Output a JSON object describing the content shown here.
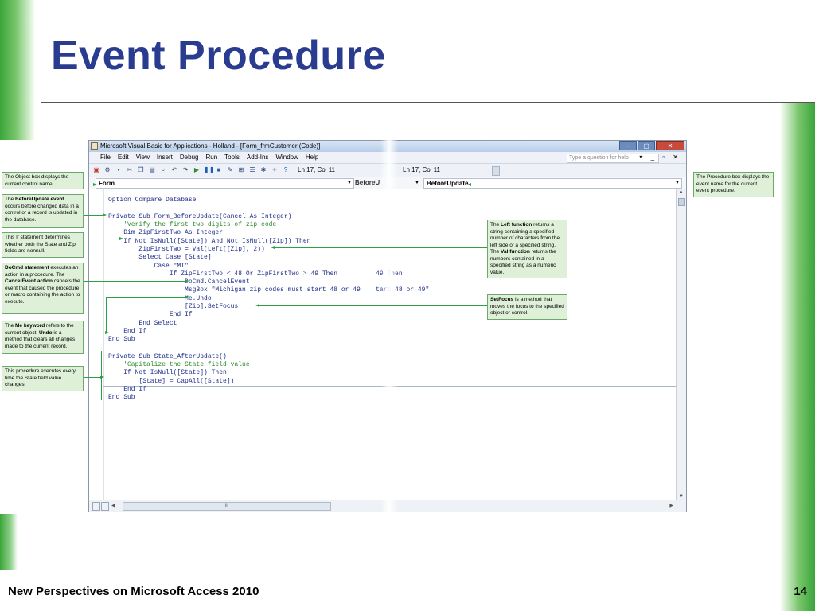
{
  "slide": {
    "title": "Event Procedure",
    "footer_left": "New Perspectives on Microsoft Access 2010",
    "page_number": "14"
  },
  "window": {
    "title": "Microsoft Visual Basic for Applications - Holland - [Form_frmCustomer (Code)]",
    "buttons": [
      "–",
      "▢",
      "✕"
    ],
    "menu": [
      "File",
      "Edit",
      "View",
      "Insert",
      "Debug",
      "Run",
      "Tools",
      "Add-Ins",
      "Window",
      "Help"
    ],
    "help_placeholder": "Type a question for help",
    "menu_ctrls": "▾ _ ▫ ✕",
    "toolbar": {
      "icons": [
        "access-view",
        "insert",
        "save",
        "cut",
        "copy",
        "paste",
        "find",
        "undo",
        "redo",
        "run",
        "break",
        "reset",
        "design-mode",
        "project-explorer",
        "properties",
        "object-browser",
        "toolbox",
        "help"
      ],
      "position": "Ln 17, Col 11",
      "position_dup": "Ln 17, Col 11"
    },
    "object_box": "Form",
    "procedure_box_ghost": "BeforeU",
    "procedure_box": "BeforeUpdate",
    "hscroll_thumb": "III"
  },
  "code": {
    "lines": [
      {
        "text": "Option Compare Database",
        "type": "kw"
      },
      {
        "text": "Private Sub Form_BeforeUpdate(Cancel As Integer)",
        "type": "kw"
      },
      {
        "text": "    'Verify the first two digits of zip code",
        "type": "cmt"
      },
      {
        "text": "    Dim ZipFirstTwo As Integer",
        "type": "kw"
      },
      {
        "text": "    If Not IsNull([State]) And Not IsNull([Zip]) Then",
        "type": "kw"
      },
      {
        "text": "        ZipFirstTwo = Val(Left([Zip], 2))",
        "type": "kw"
      },
      {
        "text": "        Select Case [State]",
        "type": "kw"
      },
      {
        "text": "            Case \"MI\"",
        "type": "kw"
      },
      {
        "text": "                If ZipFirstTwo < 48 Or ZipFirstTwo > 49 Then          49 Then",
        "type": "kw"
      },
      {
        "text": "                    DoCmd.CancelEvent",
        "type": "kw"
      },
      {
        "text": "                    MsgBox \"Michigan zip codes must start 48 or 49    tart 48 or 49\"",
        "type": "kw"
      },
      {
        "text": "                    Me.Undo",
        "type": "kw"
      },
      {
        "text": "                    [Zip].SetFocus",
        "type": "kw"
      },
      {
        "text": "                End If",
        "type": "kw"
      },
      {
        "text": "        End Select",
        "type": "kw"
      },
      {
        "text": "    End If",
        "type": "kw"
      },
      {
        "text": "End Sub",
        "type": "kw"
      },
      {
        "text": "Private Sub State_AfterUpdate()",
        "type": "kw"
      },
      {
        "text": "    'Capitalize the State field value",
        "type": "cmt"
      },
      {
        "text": "    If Not IsNull([State]) Then",
        "type": "kw"
      },
      {
        "text": "        [State] = CapAll([State])",
        "type": "kw"
      },
      {
        "text": "    End If",
        "type": "kw"
      },
      {
        "text": "End Sub",
        "type": "kw"
      }
    ]
  },
  "callouts": {
    "object_box": {
      "pre": "The Object box displays the current control name."
    },
    "before_update": {
      "bold1": "BeforeUpdate event",
      "pre": "The ",
      "post": " occurs before changed data in a control or a record is updated in the database."
    },
    "if_statement": {
      "pre": "This If statement determines whether both the State and Zip fields are nonnull."
    },
    "docmd": {
      "bold1": "DoCmd statement",
      "mid1": " executes an action in a procedure. The ",
      "bold2": "CancelEvent action",
      "post": " cancels the event that caused the procedure or macro containing the action to execute."
    },
    "me_keyword": {
      "pre": "The ",
      "bold1": "Me keyword",
      "mid1": " refers to the current object. ",
      "bold2": "Undo",
      "post": " is a method that clears all changes made to the current record."
    },
    "state_proc": {
      "pre": "This procedure executes every time the State field value changes."
    },
    "procedure_box": {
      "pre": "The Procedure box displays the event name for the current event procedure."
    },
    "left_function": {
      "pre": "The ",
      "bold1": "Left function",
      "mid1": " returns a string containing a specified number of characters from the left side of a specified string. The ",
      "bold2": "Val function",
      "post": " returns the numbers contained in a specified string as a numeric value."
    },
    "setfocus": {
      "bold1": "SetFocus",
      "post": " is a method that moves the focus to the specified object or control."
    }
  },
  "colors": {
    "title": "#2a3c8f",
    "code_keyword": "#1f2f8a",
    "code_comment": "#2e8b2e",
    "callout_fill": "#dff0d9",
    "callout_border": "#6ca86b",
    "accent_green": "#3aa53a"
  }
}
